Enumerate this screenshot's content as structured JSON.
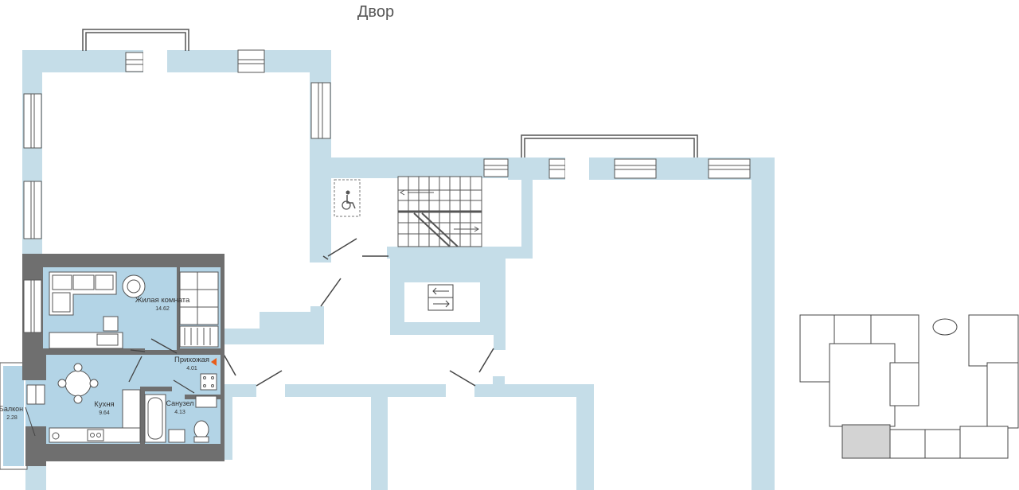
{
  "header": {
    "title": "Двор"
  },
  "colors": {
    "wall_light": "#c5dde8",
    "wall_dark": "#6f6f6f",
    "apartment_fill": "#b3d4e6",
    "line": "#444444",
    "entrance_marker": "#e85d1a",
    "minimap_highlight": "#d3d3d3"
  },
  "rooms": {
    "living": {
      "name": "Жилая комната",
      "area": "14.62"
    },
    "hall": {
      "name": "Прихожая",
      "area": "4.01"
    },
    "kitchen": {
      "name": "Кухня",
      "area": "9.64"
    },
    "bathroom": {
      "name": "Санузел",
      "area": "4.13"
    },
    "balcony": {
      "name": "Балкон",
      "area": "2.28"
    }
  },
  "icons": {
    "wheelchair": "wheelchair-icon",
    "elevator": "elevator-arrows-icon",
    "entrance": "entrance-triangle-icon"
  }
}
